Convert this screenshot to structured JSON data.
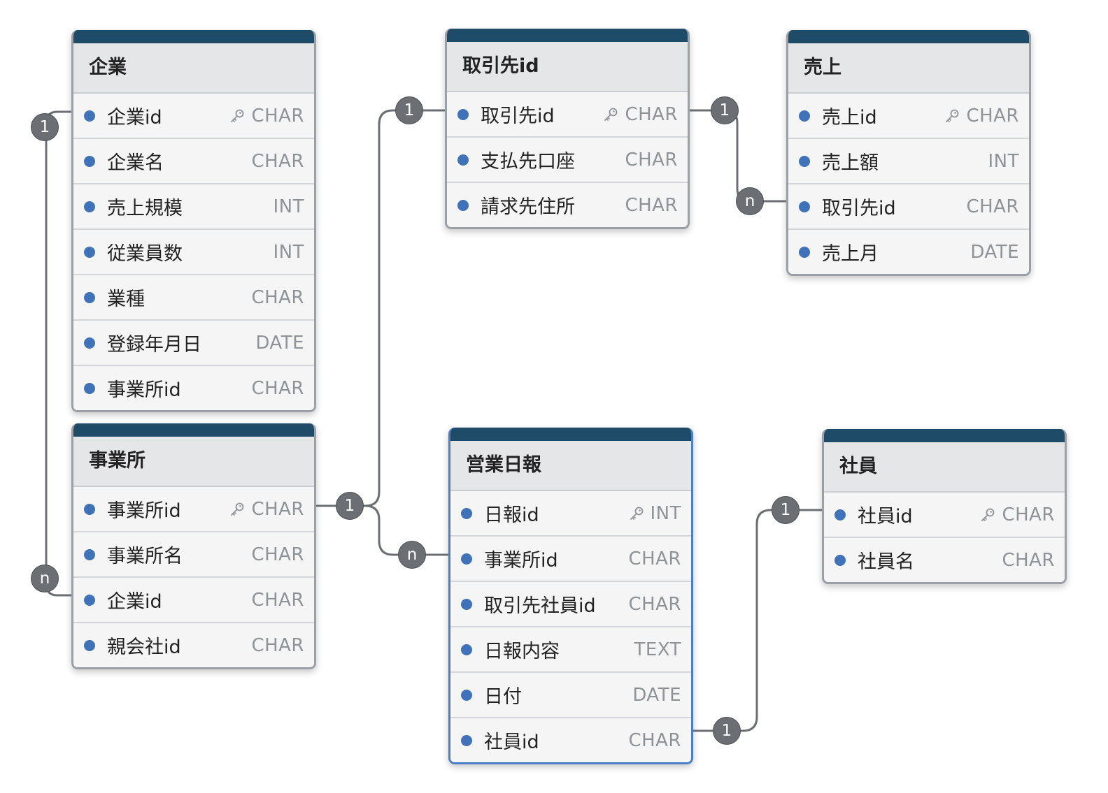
{
  "entities": [
    {
      "title": "企業",
      "fields": [
        {
          "name": "企業id",
          "type": "CHAR",
          "key": true
        },
        {
          "name": "企業名",
          "type": "CHAR",
          "key": false
        },
        {
          "name": "売上規模",
          "type": "INT",
          "key": false
        },
        {
          "name": "従業員数",
          "type": "INT",
          "key": false
        },
        {
          "name": "業種",
          "type": "CHAR",
          "key": false
        },
        {
          "name": "登録年月日",
          "type": "DATE",
          "key": false
        },
        {
          "name": "事業所id",
          "type": "CHAR",
          "key": false
        }
      ]
    },
    {
      "title": "事業所",
      "fields": [
        {
          "name": "事業所id",
          "type": "CHAR",
          "key": true
        },
        {
          "name": "事業所名",
          "type": "CHAR",
          "key": false
        },
        {
          "name": "企業id",
          "type": "CHAR",
          "key": false
        },
        {
          "name": "親会社id",
          "type": "CHAR",
          "key": false
        }
      ]
    },
    {
      "title": "取引先id",
      "fields": [
        {
          "name": "取引先id",
          "type": "CHAR",
          "key": true
        },
        {
          "name": "支払先口座",
          "type": "CHAR",
          "key": false
        },
        {
          "name": "請求先住所",
          "type": "CHAR",
          "key": false
        }
      ]
    },
    {
      "title": "売上",
      "fields": [
        {
          "name": "売上id",
          "type": "CHAR",
          "key": true
        },
        {
          "name": "売上額",
          "type": "INT",
          "key": false
        },
        {
          "name": "取引先id",
          "type": "CHAR",
          "key": false
        },
        {
          "name": "売上月",
          "type": "DATE",
          "key": false
        }
      ]
    },
    {
      "title": "営業日報",
      "fields": [
        {
          "name": "日報id",
          "type": "INT",
          "key": true
        },
        {
          "name": "事業所id",
          "type": "CHAR",
          "key": false
        },
        {
          "name": "取引先社員id",
          "type": "CHAR",
          "key": false
        },
        {
          "name": "日報内容",
          "type": "TEXT",
          "key": false
        },
        {
          "name": "日付",
          "type": "DATE",
          "key": false
        },
        {
          "name": "社員id",
          "type": "CHAR",
          "key": false
        }
      ]
    },
    {
      "title": "社員",
      "fields": [
        {
          "name": "社員id",
          "type": "CHAR",
          "key": true
        },
        {
          "name": "社員名",
          "type": "CHAR",
          "key": false
        }
      ]
    }
  ],
  "relationships": [
    {
      "from_table": "企業",
      "from_field": "企業id",
      "from_label": "1",
      "to_table": "事業所",
      "to_field": "企業id",
      "to_label": "n"
    },
    {
      "from_table": "事業所",
      "from_field": "事業所id",
      "from_label": "1",
      "to_table": "取引先id",
      "to_field": "取引先id",
      "to_label": "1"
    },
    {
      "from_table": "事業所",
      "from_field": "事業所id",
      "from_label": "1",
      "to_table": "営業日報",
      "to_field": "事業所id",
      "to_label": "n"
    },
    {
      "from_table": "取引先id",
      "from_field": "取引先id",
      "from_label": "1",
      "to_table": "売上",
      "to_field": "取引先id",
      "to_label": "n"
    },
    {
      "from_table": "営業日報",
      "from_field": "社員id",
      "from_label": "1",
      "to_table": "社員",
      "to_field": "社員id",
      "to_label": "1"
    }
  ],
  "colors": {
    "header_bar": "#1e4b68",
    "field_dot": "#3f72b8",
    "connector": "#6b6f74",
    "selected_border": "#4a7fc8"
  },
  "icons": {
    "primary_key": "key-icon"
  }
}
